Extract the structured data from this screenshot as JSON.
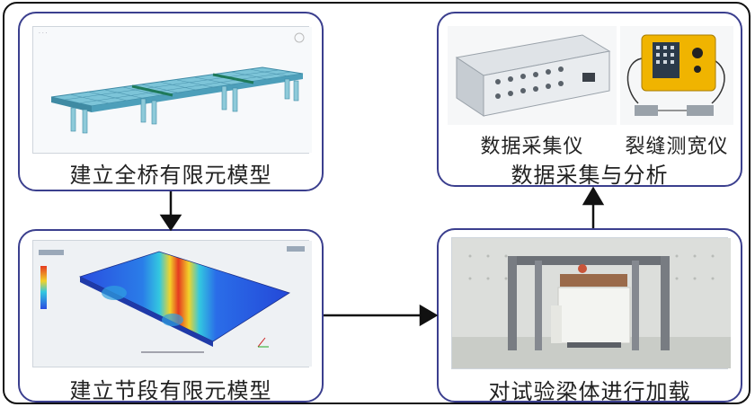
{
  "panels": {
    "full_bridge_model": {
      "caption": "建立全桥有限元模型"
    },
    "segment_model": {
      "caption": "建立节段有限元模型"
    },
    "loading_test": {
      "caption": "对试验梁体进行加载"
    },
    "data_acquisition": {
      "caption": "数据采集与分析",
      "device_1": "数据采集仪",
      "device_2": "裂缝测宽仪"
    }
  },
  "colors": {
    "panel_border": "#3b3f8e",
    "bridge_deck": "#7cc4d8",
    "analyzer_yellow": "#f0b400"
  }
}
